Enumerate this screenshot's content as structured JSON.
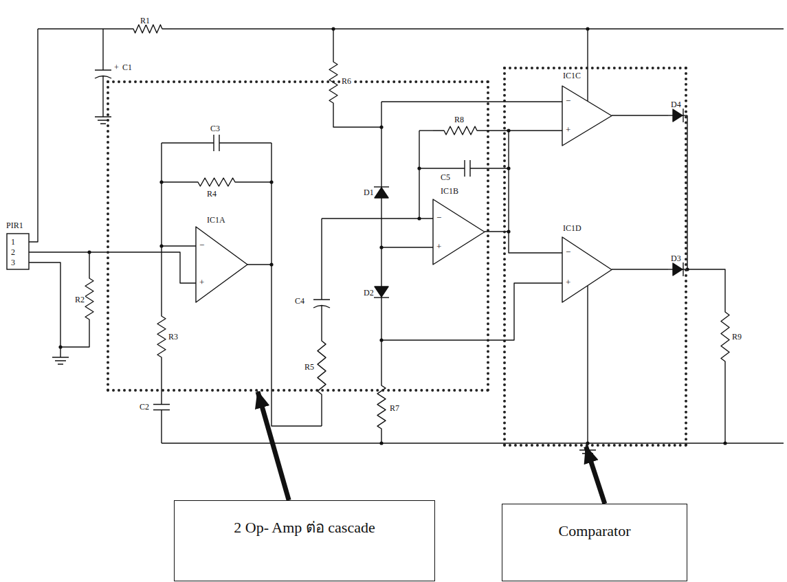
{
  "diagram": {
    "nodes": [
      {
        "text": [
          "C3",
          "R4",
          "IC1A",
          "R3",
          "R5",
          "C4",
          "R6",
          "D1",
          "D2",
          "R8",
          "C5",
          "IC1B"
        ]
      },
      {
        "text": [
          "IC1C",
          "IC1D"
        ]
      },
      {
        "text": [
          "2 Op- Amp ต่อ cascade"
        ]
      },
      {
        "text": [
          "Comparator"
        ]
      }
    ],
    "edges": [
      {
        "from": 2,
        "to": 0,
        "arrow": "to"
      },
      {
        "from": 3,
        "to": 1,
        "arrow": "to"
      }
    ],
    "labels": [
      "R1",
      "+",
      "C1",
      "PIR1",
      "1",
      "2",
      "3",
      "R2",
      "C2",
      "R7",
      "D4",
      "D3",
      "R9",
      "−",
      "+",
      "−",
      "+",
      "−",
      "+",
      "−",
      "+"
    ]
  }
}
